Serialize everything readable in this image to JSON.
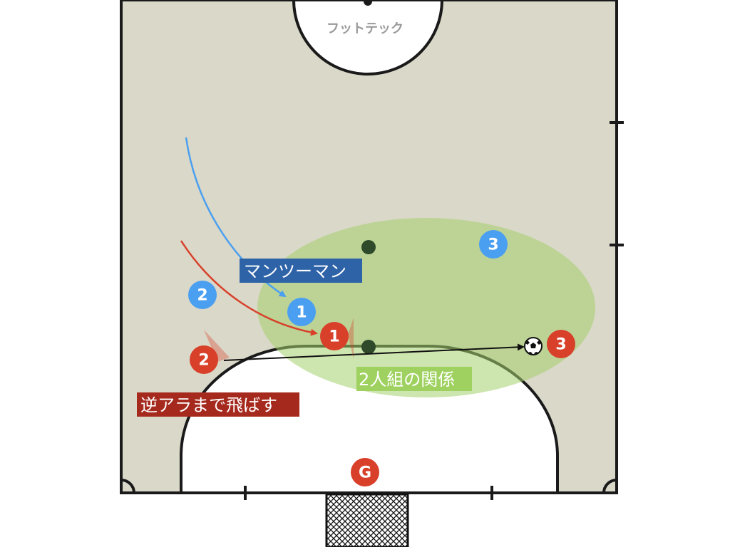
{
  "court": {
    "kickoff_label": "フットテック",
    "colors": {
      "surface": "#dad8c8",
      "lines": "#1a1a1a",
      "white_area": "#ffffff"
    }
  },
  "zone": {
    "label": "2人組の関係",
    "color": "#a4cf6c",
    "label_bg": "#9ed15f"
  },
  "annotations": {
    "man_to_man": {
      "text": "マンツーマン",
      "bg": "#2e63a8"
    },
    "switch_play": {
      "text": "逆アラまで飛ばす",
      "bg": "#a5291d"
    }
  },
  "players": {
    "blue": [
      {
        "label": "1"
      },
      {
        "label": "2"
      },
      {
        "label": "3"
      }
    ],
    "red": [
      {
        "label": "1"
      },
      {
        "label": "2"
      },
      {
        "label": "3"
      },
      {
        "label": "G"
      }
    ],
    "blue_color": "#4a9ff0",
    "red_color": "#d8402a"
  },
  "cones": {
    "color": "#2e4a2a"
  },
  "ball": {
    "icon": "soccer-ball-icon"
  },
  "arrows": {
    "blue_run_color": "#4a9ff0",
    "red_run_color": "#d8402a",
    "pass_color": "#111111"
  }
}
